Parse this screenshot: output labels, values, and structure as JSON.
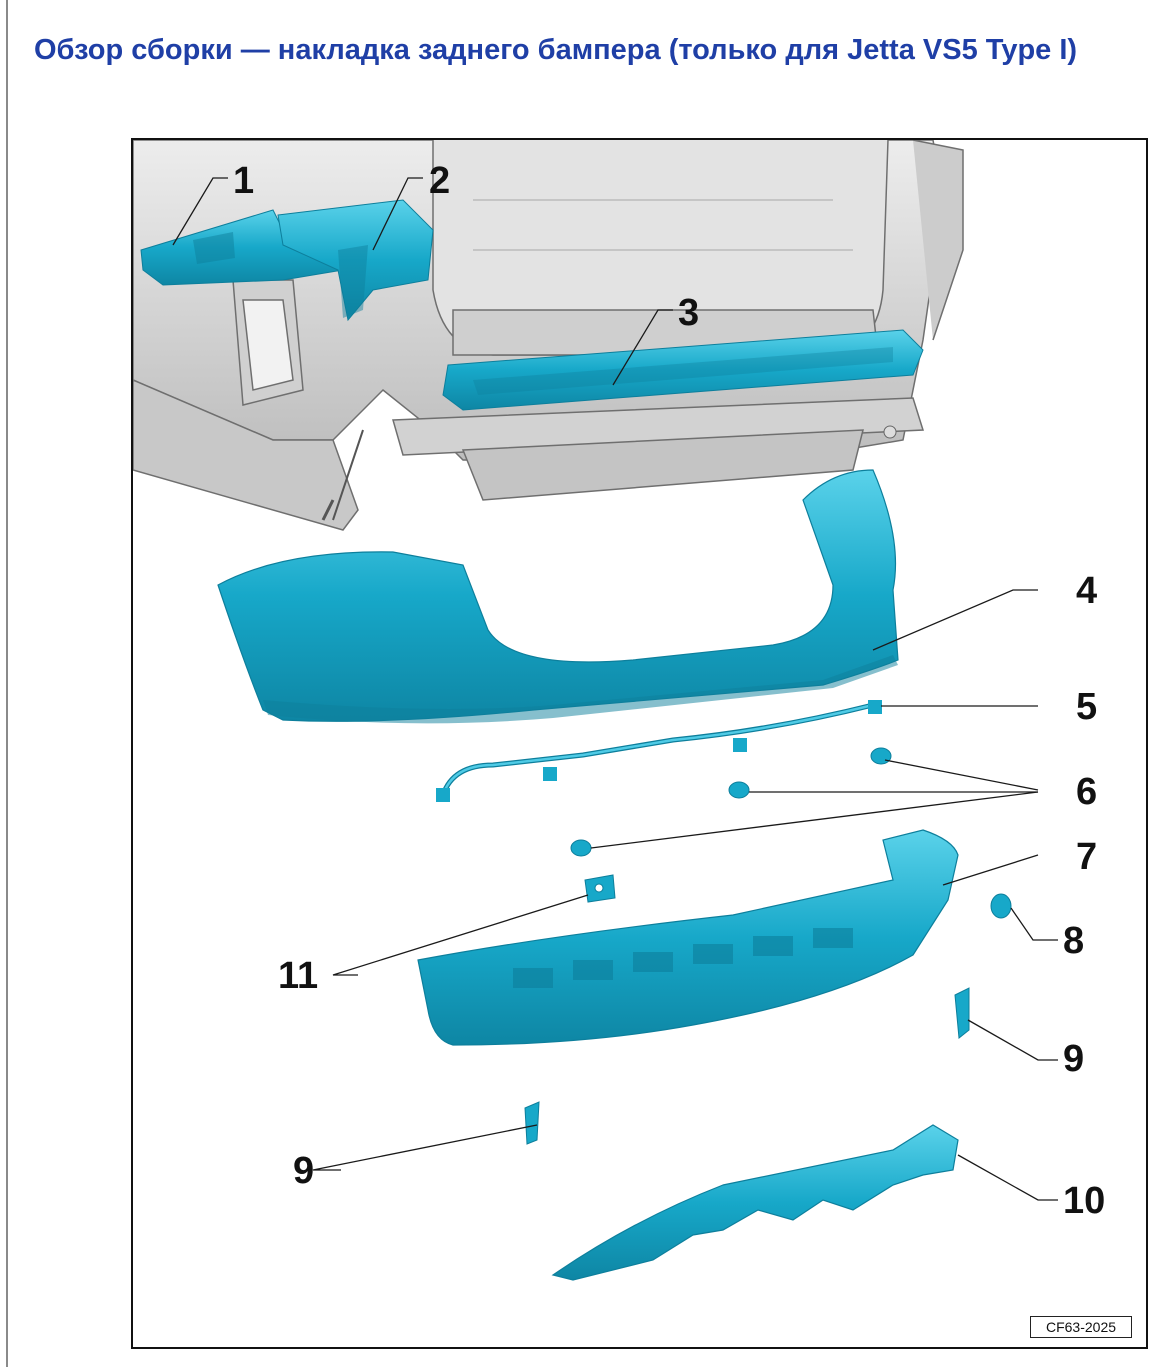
{
  "title": "Обзор сборки — накладка заднего бампера (только для Jetta VS5 Type I)",
  "figure": {
    "code": "CF63-2025",
    "callouts": [
      "1",
      "2",
      "3",
      "4",
      "5",
      "6",
      "7",
      "8",
      "9",
      "9",
      "10",
      "11"
    ],
    "colors": {
      "part": "#17a8c9",
      "part_light": "#4fcbe6",
      "part_dark": "#0d7f9c",
      "body": "#d9d9d9",
      "body_line": "#6f6f6f"
    }
  }
}
